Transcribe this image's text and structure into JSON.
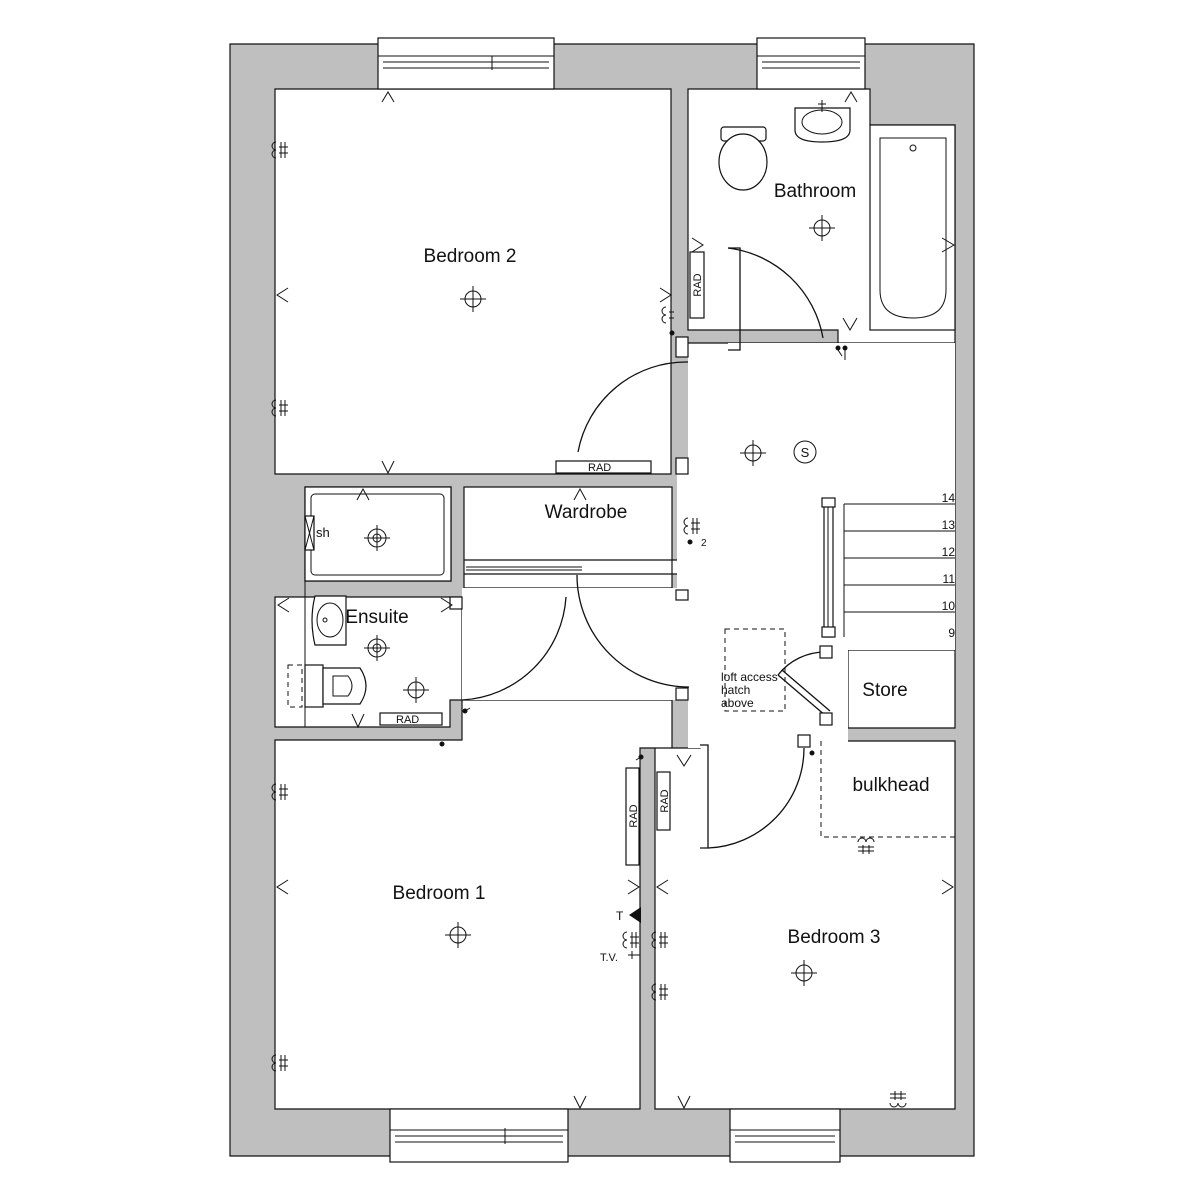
{
  "rooms": {
    "bedroom2": "Bedroom 2",
    "bathroom": "Bathroom",
    "wardrobe": "Wardrobe",
    "ensuite": "Ensuite",
    "store": "Store",
    "bulkhead": "bulkhead",
    "bedroom1": "Bedroom 1",
    "bedroom3": "Bedroom 3"
  },
  "labels": {
    "shower": "sh",
    "smoke_detector": "S",
    "thermostat": "T",
    "tv": "T.V.",
    "socket_count": "2",
    "radiator": "RAD",
    "loft_line1": "loft access",
    "loft_line2": "hatch",
    "loft_line3": "above"
  },
  "stairs": {
    "steps": [
      "14",
      "13",
      "12",
      "11",
      "10",
      "9"
    ]
  },
  "colors": {
    "wall_fill": "#bfbfbf",
    "line": "#111111",
    "background": "#ffffff"
  }
}
